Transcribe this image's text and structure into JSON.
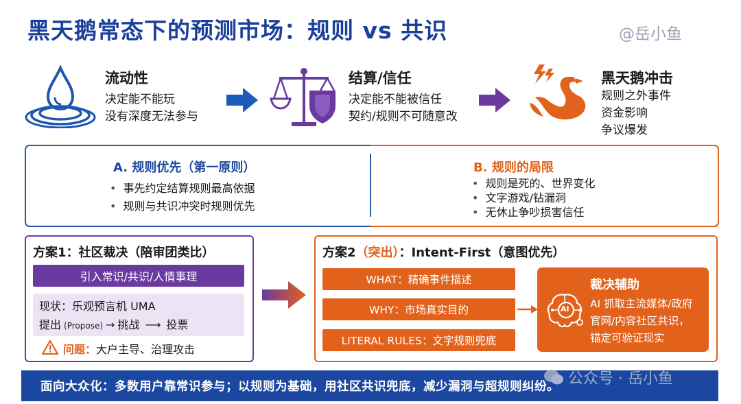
{
  "header": {
    "title": "黑天鹅常态下的预测市场：规则 vs 共识",
    "watermark": "@岳小鱼"
  },
  "top": [
    {
      "title": "流动性",
      "lines": [
        "决定能不能玩",
        "没有深度无法参与"
      ],
      "icon": "water-drop-icon"
    },
    {
      "title": "结算/信任",
      "lines": [
        "决定能不能被信任",
        "契约/规则不可随意改"
      ],
      "icon": "scale-shield-icon"
    },
    {
      "title": "黑天鹅冲击",
      "lines": [
        "规则之外事件",
        "资金影响",
        "争议爆发"
      ],
      "icon": "black-swan-icon"
    }
  ],
  "principles": {
    "a_title": "A. 规则优先（第一原则）",
    "a_items": [
      "事先约定结算规则最高依据",
      "规则与共识冲突时规则优先"
    ],
    "b_title": "B. 规则的局限",
    "b_items": [
      "规则是死的、世界变化",
      "文字游戏/钻漏洞",
      "无休止争吵损害信任"
    ]
  },
  "plan1": {
    "title": "方案1：社区裁决（陪审团类比）",
    "bar": "引入常识/共识/人情事理",
    "status_line1": "现状：乐观预言机 UMA",
    "flow_prefix": "提出",
    "flow_propose": "(Propose)",
    "flow_arrow1": "→",
    "flow_challenge": "挑战",
    "flow_arrow2": "⟶",
    "flow_vote": "投票",
    "warning_label": "问题：",
    "warning_text": "大户主导、治理攻击"
  },
  "plan2": {
    "title_prefix": "方案2",
    "title_highlight": "（突出）",
    "title_suffix": "：Intent-First（意图优先）",
    "bars": [
      "WHAT：精确事件描述",
      "WHY：市场真实目的",
      "LITERAL RULES：文字规则兜底"
    ],
    "aid_title": "裁决辅助",
    "aid_lines": [
      "AI 抓取主流媒体/政府",
      "官网/内容社区共识，",
      "锚定可验证现实"
    ],
    "ai_label": "AI"
  },
  "footer": {
    "text": "面向大众化：多数用户靠常识参与；以规则为基础，用社区共识兜底，减少漏洞与超规则纠纷。",
    "watermark": "公众号 · 岳小鱼"
  },
  "colors": {
    "blue": "#1b47a1",
    "orange": "#e2621c",
    "purple": "#6a3aa0",
    "light_purple": "#ece3f5"
  }
}
